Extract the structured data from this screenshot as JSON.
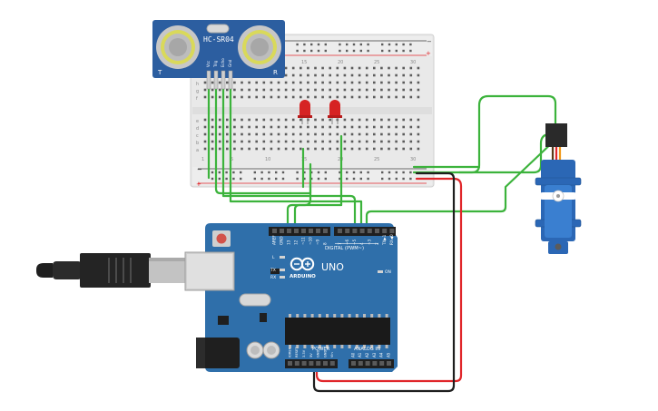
{
  "sensor": {
    "model": "HC-SR04",
    "left_mark": "T",
    "right_mark": "R",
    "pins": [
      "Vcc",
      "Trig",
      "Echo",
      "Gnd"
    ]
  },
  "breadboard": {
    "rail_minus": "−",
    "rail_plus": "+",
    "rows_top": [
      "j",
      "i",
      "h",
      "g",
      "f"
    ],
    "rows_bottom": [
      "e",
      "d",
      "c",
      "b",
      "a"
    ],
    "columns": [
      "1",
      "5",
      "10",
      "15",
      "20",
      "25",
      "30"
    ]
  },
  "arduino": {
    "brand": "ARDUINO",
    "model": "UNO",
    "digital_header": "DIGITAL (PWM~)",
    "analog_header": "ANALOG IN",
    "power_header": "POWER",
    "on_label": "ON",
    "l_label": "L",
    "tx_label": "TX",
    "rx_label": "RX",
    "top_pins": [
      "AREF",
      "GND",
      "13",
      "12",
      "~11",
      "~10",
      "~9",
      "8",
      "7",
      "~6",
      "~5",
      "4",
      "~3",
      "2",
      "TX▶1",
      "RX◀0"
    ],
    "power_pins": [
      "IOREF",
      "RESET",
      "3.3V",
      "5V",
      "GND",
      "GND",
      "Vin"
    ],
    "analog_pins": [
      "A0",
      "A1",
      "A2",
      "A3",
      "A4",
      "A5"
    ]
  },
  "colors": {
    "wire_signal": "#3cb33c",
    "wire_power": "#e0262a",
    "wire_ground": "#1e1e1e",
    "board_blue": "#2f6faa",
    "sensor_blue": "#2c5ea0",
    "led_red": "#d62323"
  }
}
